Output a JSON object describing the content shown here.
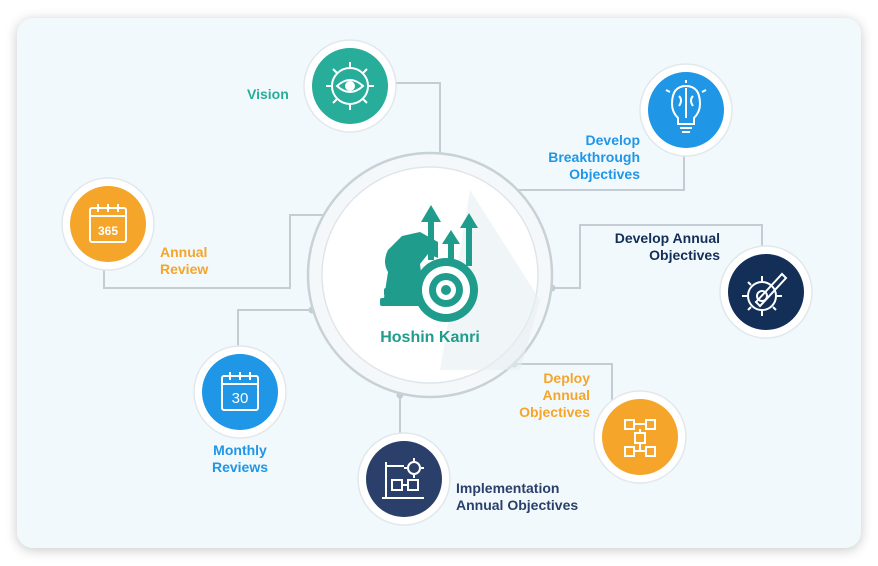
{
  "hub": {
    "title": "Hoshin Kanri",
    "color": "#1f9c8c"
  },
  "nodes": {
    "vision": {
      "label": "Vision",
      "color": "#27ad9a"
    },
    "breakthrough": {
      "label": "Develop\nBreakthrough\nObjectives",
      "color": "#1f96e6"
    },
    "annual_objectives": {
      "label": "Develop Annual\nObjectives",
      "color": "#132e57"
    },
    "deploy": {
      "label": "Deploy\nAnnual\nObjectives",
      "color": "#f4a52a"
    },
    "implementation": {
      "label": "Implementation\nAnnual Objectives",
      "color": "#2a3f6a"
    },
    "monthly": {
      "label": "Monthly\nReviews",
      "color": "#1f96e6",
      "icon_text": "30"
    },
    "annual_review": {
      "label": "Annual\nReview",
      "color": "#f4a52a",
      "icon_text": "365"
    }
  },
  "icons": {
    "vision": "gear-eye-icon",
    "breakthrough": "brain-bulb-icon",
    "annual_objectives": "gear-pencil-icon",
    "deploy": "flowchart-icon",
    "implementation": "blueprint-gear-icon",
    "monthly": "calendar-30-icon",
    "annual_review": "calendar-365-icon",
    "hub": "chess-knight-target-icon"
  }
}
